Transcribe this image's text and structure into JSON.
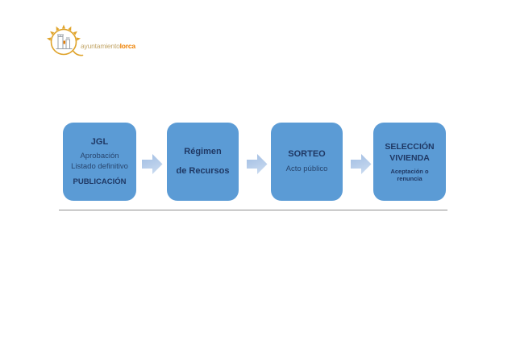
{
  "page": {
    "background": "#ffffff"
  },
  "logo": {
    "organization": "Ayuntamiento de Lorca",
    "text_light": "ayuntamiento",
    "text_bold": "lorca",
    "colors": {
      "sun": "#DFA32A",
      "castle_sketch": "#9AA0A8",
      "accent": "#E87E04",
      "text_light": "#C2A567",
      "text_bold": "#EE8000"
    }
  },
  "flow": {
    "colors": {
      "box_fill": "#5B9BD5",
      "title_text": "#1F3864",
      "body_text": "#28466F",
      "arrow_fill": "#AEC9E9"
    },
    "steps": [
      {
        "id": "jgl",
        "title": "JGL",
        "body": "Aprobación Listado definitivo",
        "footer": "PUBLICACIÓN"
      },
      {
        "id": "recursos",
        "title_line1": "Régimen",
        "title_line2": "de Recursos"
      },
      {
        "id": "sorteo",
        "title": "SORTEO",
        "body": "Acto público"
      },
      {
        "id": "seleccion",
        "title_line1": "SELECCIÓN",
        "title_line2": "VIVIENDA",
        "note": "Aceptación o renuncia"
      }
    ]
  },
  "divider": {
    "color": "#8F8F8F"
  }
}
